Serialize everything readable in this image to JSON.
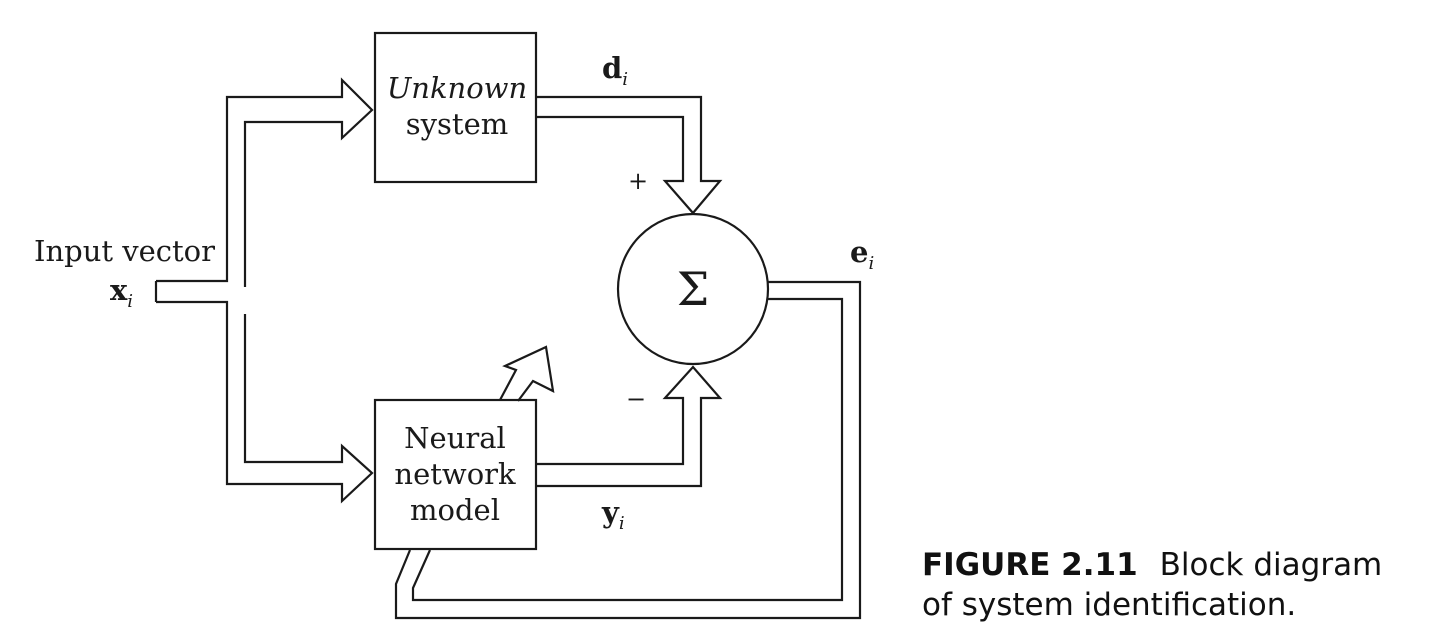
{
  "blocks": {
    "unknown_system": {
      "line1": "Unknown",
      "line2": "system"
    },
    "neural_network": {
      "line1": "Neural",
      "line2": "network",
      "line3": "model"
    },
    "summer": {
      "symbol": "Σ"
    }
  },
  "signals": {
    "input_label": "Input vector",
    "input_symbol": "x",
    "desired_symbol": "d",
    "model_output_symbol": "y",
    "error_symbol": "e",
    "subscript": "i",
    "plus_sign": "+",
    "minus_sign": "−"
  },
  "caption": {
    "figure_number": "FIGURE 2.11",
    "text_line1": "Block diagram",
    "text_line2": "of system identification."
  }
}
